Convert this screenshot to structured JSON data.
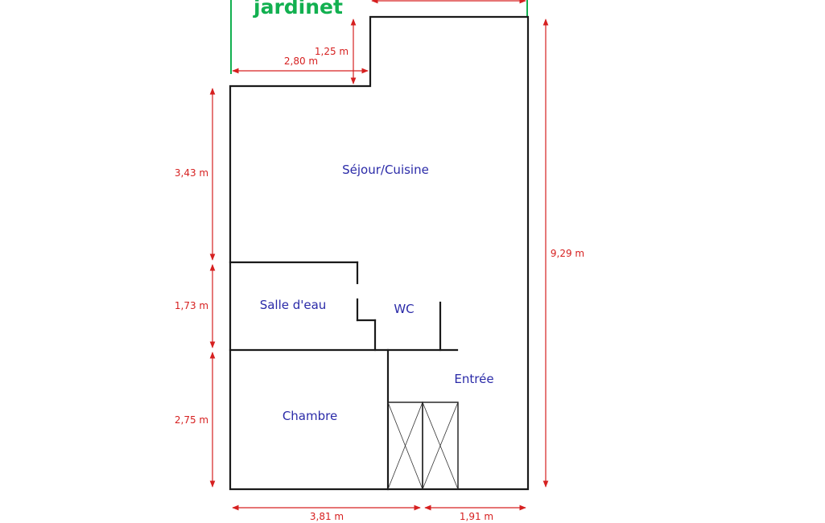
{
  "garden_label": "jardinet",
  "rooms": {
    "sejour_cuisine": "Séjour/Cuisine",
    "salle_eau": "Salle d'eau",
    "wc": "WC",
    "entree": "Entrée",
    "chambre": "Chambre"
  },
  "dimensions": {
    "garden_width": "2,80 m",
    "garden_depth": "1,25 m",
    "left_upper": "3,43 m",
    "left_middle": "1,73 m",
    "left_lower": "2,75 m",
    "right_total": "9,29 m",
    "bottom_left": "3,81 m",
    "bottom_right": "1,91 m"
  },
  "colors": {
    "walls": "#1a1a1a",
    "dimensions": "#d62020",
    "room_labels": "#2a2aa8",
    "garden": "#12b050"
  }
}
